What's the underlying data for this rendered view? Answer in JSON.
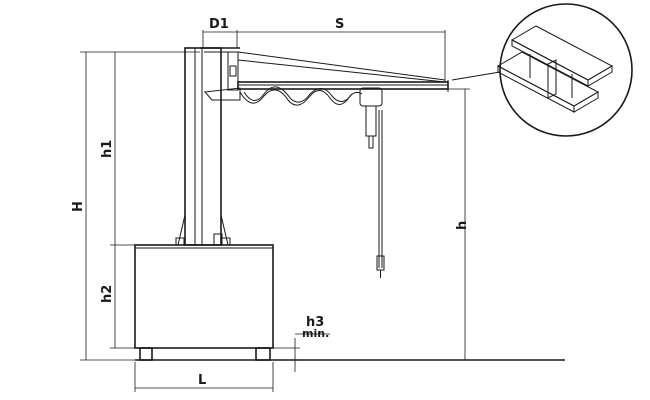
{
  "labels": {
    "D1": "D1",
    "S": "S",
    "H": "H",
    "h1": "h1",
    "h2": "h2",
    "h": "h",
    "h3": "h3",
    "min": "min.",
    "L": "L"
  },
  "colors": {
    "line": "#1a1a1a",
    "background": "#ffffff"
  },
  "icons": {
    "detail": "i-beam-detail-icon"
  }
}
